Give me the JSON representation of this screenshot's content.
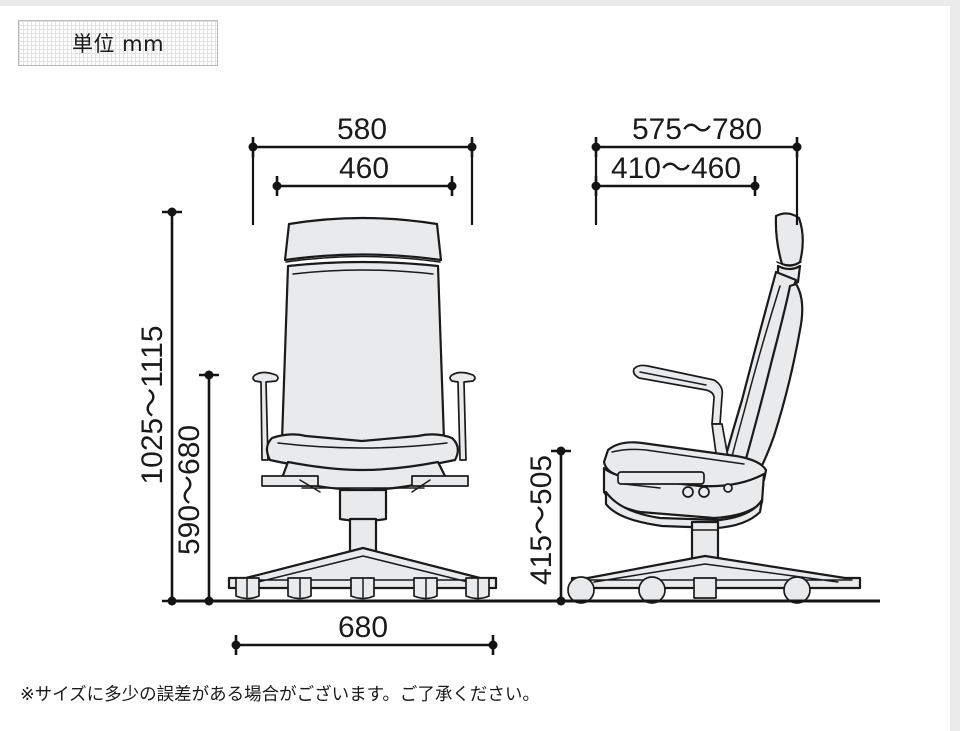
{
  "unit_label": {
    "text": "単位 mm"
  },
  "footnote": {
    "text": "※サイズに多少の誤差がある場合がございます。ご了承ください。"
  },
  "views": {
    "front": {
      "name": "front-view",
      "label": "office chair front view"
    },
    "side": {
      "name": "side-view",
      "label": "office chair side view"
    }
  },
  "dimensions": {
    "front_overall_width": "580",
    "front_seat_width": "460",
    "front_total_height": "1025〜1115",
    "front_back_height": "590〜680",
    "base_width": "680",
    "side_overall_depth": "575〜780",
    "side_seat_depth": "410〜460",
    "side_seat_height": "415〜505"
  },
  "colors": {
    "page_background": "#ebebeb",
    "canvas": "#ffffff",
    "line": "#141414",
    "part_fill": "#e9eaec",
    "unit_box_border": "#b9b9b9",
    "grid": "#e2e2e2"
  }
}
